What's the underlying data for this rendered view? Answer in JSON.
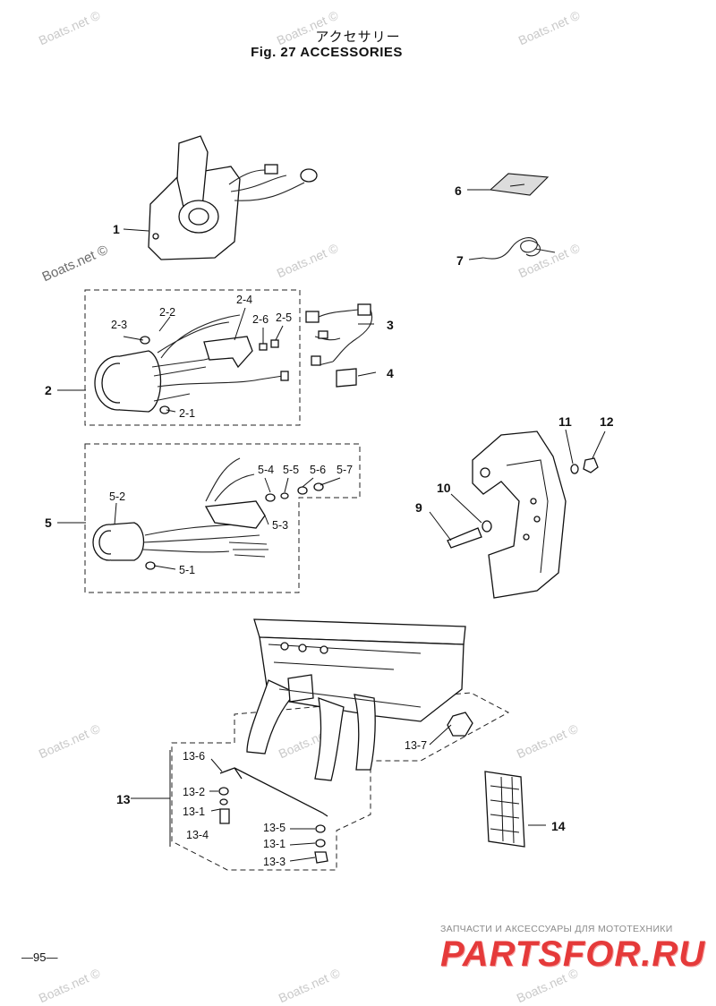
{
  "header": {
    "title_jp": "アクセサリー",
    "title_en": "Fig. 27   ACCESSORIES"
  },
  "watermarks": [
    "Boats.net ©",
    "Boats.net ©",
    "Boats.net ©",
    "Boats.net ©",
    "Boats.net ©",
    "Boats.net ©",
    "Boats.net ©",
    "Boats.net ©",
    "Boats.net ©",
    "Boats.net ©",
    "Boats.net ©",
    "Boats.net ©"
  ],
  "callouts": {
    "c1": "1",
    "c2": "2",
    "c2_1": "2-1",
    "c2_2": "2-2",
    "c2_3": "2-3",
    "c2_4": "2-4",
    "c2_5": "2-5",
    "c2_6": "2-6",
    "c3": "3",
    "c4": "4",
    "c5": "5",
    "c5_1": "5-1",
    "c5_2": "5-2",
    "c5_3": "5-3",
    "c5_4": "5-4",
    "c5_5": "5-5",
    "c5_6": "5-6",
    "c5_7": "5-7",
    "c6": "6",
    "c7": "7",
    "c9": "9",
    "c10": "10",
    "c11": "11",
    "c12": "12",
    "c13": "13",
    "c13_1a": "13-1",
    "c13_1b": "13-1",
    "c13_2": "13-2",
    "c13_3": "13-3",
    "c13_4": "13-4",
    "c13_5": "13-5",
    "c13_6": "13-6",
    "c13_7": "13-7",
    "c14": "14"
  },
  "footer": {
    "page_number": "—95—",
    "promo_text": "ЗАПЧАСТИ И АКСЕССУАРЫ ДЛЯ МОТОТЕХНИКИ",
    "promo_logo": "PARTSFOR.RU"
  }
}
